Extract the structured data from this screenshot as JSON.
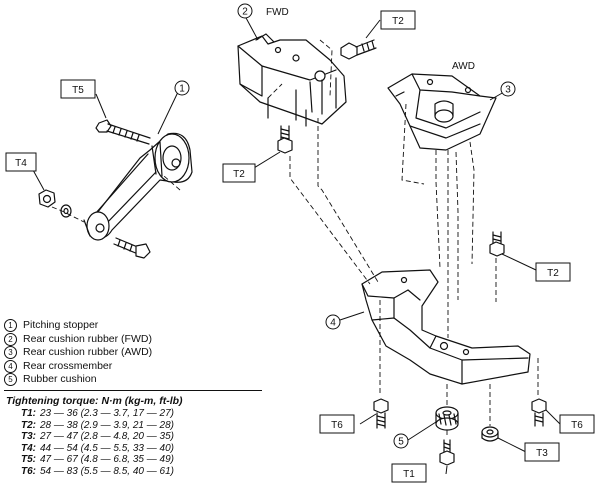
{
  "labels": {
    "fwd": "FWD",
    "awd": "AWD"
  },
  "callouts": [
    "1",
    "2",
    "3",
    "4",
    "5"
  ],
  "torque_tags": {
    "t5": "T5",
    "t4": "T4",
    "t2_top": "T2",
    "t2_mid": "T2",
    "t2_right": "T2",
    "t6_left": "T6",
    "t6_right": "T6",
    "t3": "T3",
    "t1": "T1"
  },
  "legend": {
    "items": [
      {
        "num": "1",
        "text": "Pitching stopper"
      },
      {
        "num": "2",
        "text": "Rear cushion rubber (FWD)"
      },
      {
        "num": "3",
        "text": "Rear cushion rubber (AWD)"
      },
      {
        "num": "4",
        "text": "Rear crossmember"
      },
      {
        "num": "5",
        "text": "Rubber cushion"
      }
    ]
  },
  "torque": {
    "title": "Tightening torque: N·m (kg-m, ft-lb)",
    "rows": [
      {
        "id": "T1:",
        "value": "23 — 36 (2.3 — 3.7, 17 — 27)"
      },
      {
        "id": "T2:",
        "value": "28 — 38 (2.9 — 3.9, 21 — 28)"
      },
      {
        "id": "T3:",
        "value": "27 — 47 (2.8 — 4.8, 20 — 35)"
      },
      {
        "id": "T4:",
        "value": "44 — 54 (4.5 — 5.5, 33 — 40)"
      },
      {
        "id": "T5:",
        "value": "47 — 67 (4.8 — 6.8, 35 — 49)"
      },
      {
        "id": "T6:",
        "value": "54 — 83 (5.5 — 8.5, 40 — 61)"
      }
    ]
  }
}
